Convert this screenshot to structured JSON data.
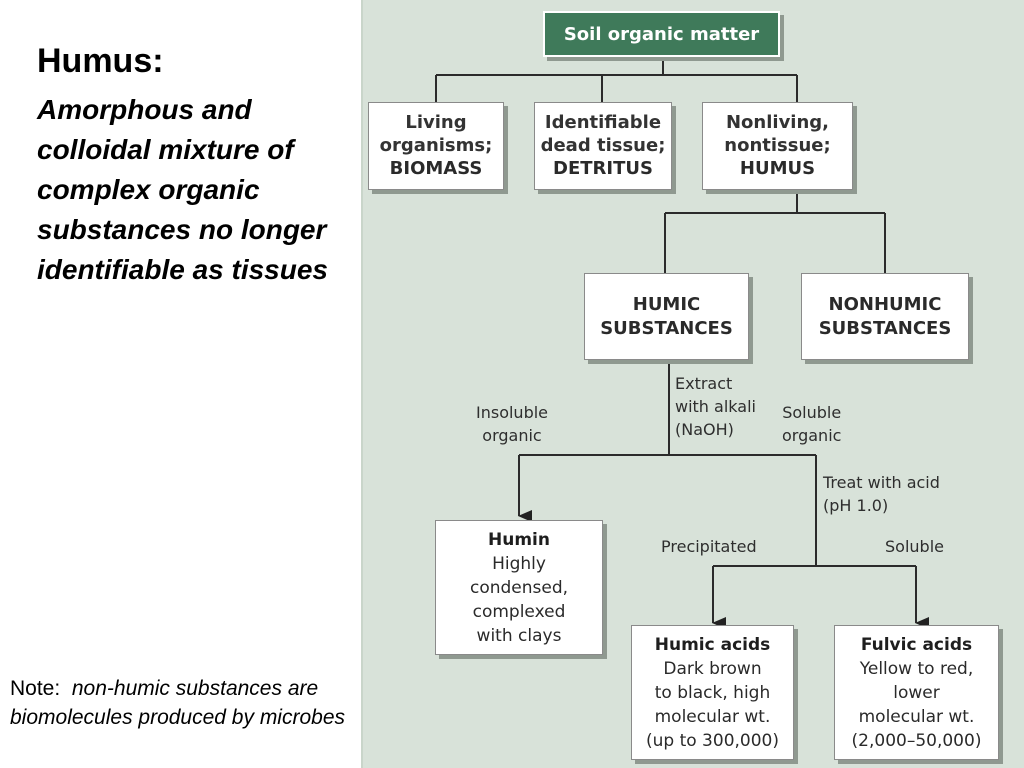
{
  "heading": "Humus:",
  "definition": "Amorphous and colloidal mixture of complex organic substances no longer identifiable as tissues",
  "note": {
    "label": "Note:",
    "text": "non-humic substances are biomolecules produced by microbes"
  },
  "diagram": {
    "root": "Soil organic matter",
    "level1": [
      {
        "lines": [
          "Living",
          "organisms;"
        ],
        "bold": "BIOMASS"
      },
      {
        "lines": [
          "Identifiable",
          "dead tissue;"
        ],
        "bold": "DETRITUS"
      },
      {
        "lines": [
          "Nonliving,",
          "nontissue;"
        ],
        "bold": "HUMUS"
      }
    ],
    "level2": [
      {
        "lines": [
          "HUMIC",
          "SUBSTANCES"
        ]
      },
      {
        "lines": [
          "NONHUMIC",
          "SUBSTANCES"
        ]
      }
    ],
    "edge_labels": {
      "extract": [
        "Extract",
        "with alkali",
        "(NaOH)"
      ],
      "insoluble": [
        "Insoluble",
        "organic"
      ],
      "soluble": [
        "Soluble",
        "organic"
      ],
      "treat": [
        "Treat with acid",
        "(pH 1.0)"
      ],
      "precipitated": "Precipitated",
      "soluble_fraction": "Soluble"
    },
    "fractions": {
      "humin": {
        "title": "Humin",
        "lines": [
          "Highly",
          "condensed,",
          "complexed",
          "with clays"
        ]
      },
      "humic_acids": {
        "title": "Humic acids",
        "lines": [
          "Dark brown",
          "to black, high",
          "molecular wt.",
          "(up to 300,000)"
        ]
      },
      "fulvic_acids": {
        "title": "Fulvic acids",
        "lines": [
          "Yellow to red,",
          "lower",
          "molecular wt.",
          "(2,000–50,000)"
        ]
      }
    }
  }
}
